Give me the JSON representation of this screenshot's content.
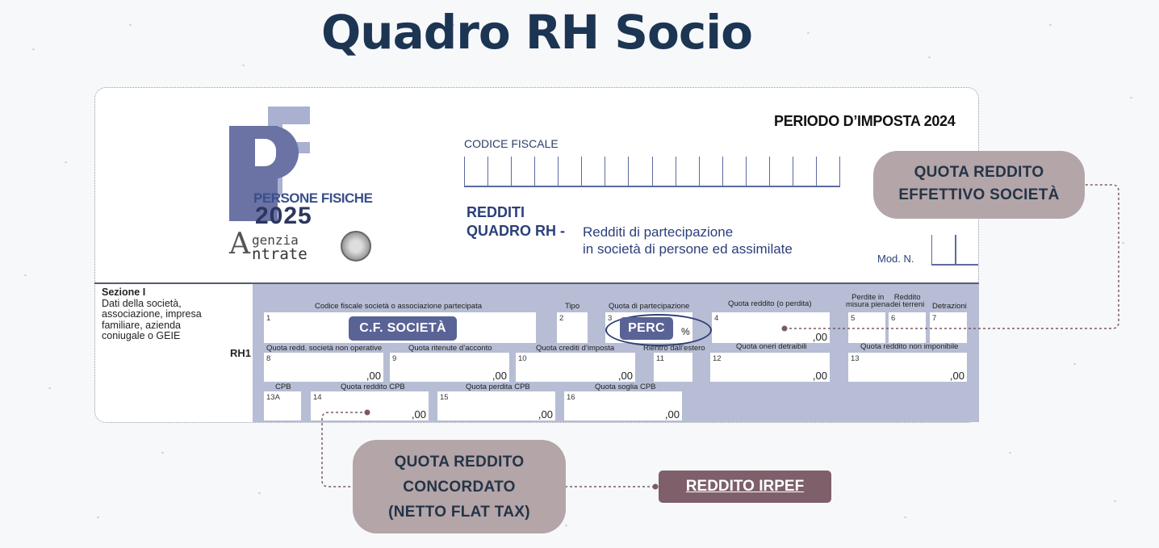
{
  "page": {
    "title": "Quadro RH Socio"
  },
  "form": {
    "periodo": "PERIODO D’IMPOSTA 2024",
    "logo": {
      "persone": "PERSONE FISICHE",
      "year": "2025",
      "agency_line1": "genzia",
      "agency_line2": "ntrate",
      "agency_initial": "A"
    },
    "codice_fiscale_label": "CODICE FISCALE",
    "redditi": "REDDITI",
    "quadro": "QUADRO RH -",
    "quadro_desc_line1": "Redditi di partecipazione",
    "quadro_desc_line2": "in società di persone ed assimilate",
    "mod_n": "Mod. N.",
    "sezione_title": "Sezione I",
    "sezione_desc": "Dati della società, associazione, impresa familiare, azienda coniugale o GEIE",
    "row_label": "RH1",
    "fields": {
      "f1": {
        "label": "Codice fiscale società o associazione partecipata",
        "num": "1"
      },
      "f2": {
        "label": "Tipo",
        "num": "2"
      },
      "f3": {
        "label": "Quota di partecipazione",
        "num": "3",
        "unit": "%"
      },
      "f4": {
        "label": "Quota reddito (o perdita)",
        "num": "4",
        "value": ",00"
      },
      "f5": {
        "label_l1": "Perdite in",
        "label_l2": "misura piena",
        "num": "5"
      },
      "f6": {
        "label_l1": "Reddito",
        "label_l2": "dei terreni",
        "num": "6"
      },
      "f7": {
        "label": "Detrazioni",
        "num": "7"
      },
      "f8": {
        "label": "Quota redd. società non operative",
        "num": "8",
        "value": ",00"
      },
      "f9": {
        "label": "Quota ritenute d’acconto",
        "num": "9",
        "value": ",00"
      },
      "f10": {
        "label": "Quota crediti d’imposta",
        "num": "10",
        "value": ",00"
      },
      "f11": {
        "label": "Rientro dall’estero",
        "num": "11"
      },
      "f12": {
        "label": "Quota oneri detraibili",
        "num": "12",
        "value": ",00"
      },
      "f13": {
        "label": "Quota reddito non imponibile",
        "num": "13",
        "value": ",00"
      },
      "f13a": {
        "label": "CPB",
        "num": "13A"
      },
      "f14": {
        "label": "Quota reddito CPB",
        "num": "14",
        "value": ",00"
      },
      "f15": {
        "label": "Quota perdita CPB",
        "num": "15",
        "value": ",00"
      },
      "f16": {
        "label": "Quota soglia CPB",
        "num": "16",
        "value": ",00"
      }
    }
  },
  "annotations": {
    "cf_societa": "C.F. SOCIETÀ",
    "perc": "PERC",
    "quota_effettivo_l1": "QUOTA REDDITO",
    "quota_effettivo_l2": "EFFETTIVO SOCIETÀ",
    "quota_concordato_l1": "QUOTA REDDITO",
    "quota_concordato_l2": "CONCORDATO",
    "quota_concordato_l3": "(NETTO FLAT TAX)",
    "reddito_irpef": "REDDITO IRPEF"
  },
  "colors": {
    "title": "#1c3553",
    "form_blue": "#b6bdd4",
    "tag_dark": "#5a6396",
    "bubble": "#b3a5a8",
    "irpef_tag": "#7e5f6a",
    "connector": "#7a5a66"
  }
}
